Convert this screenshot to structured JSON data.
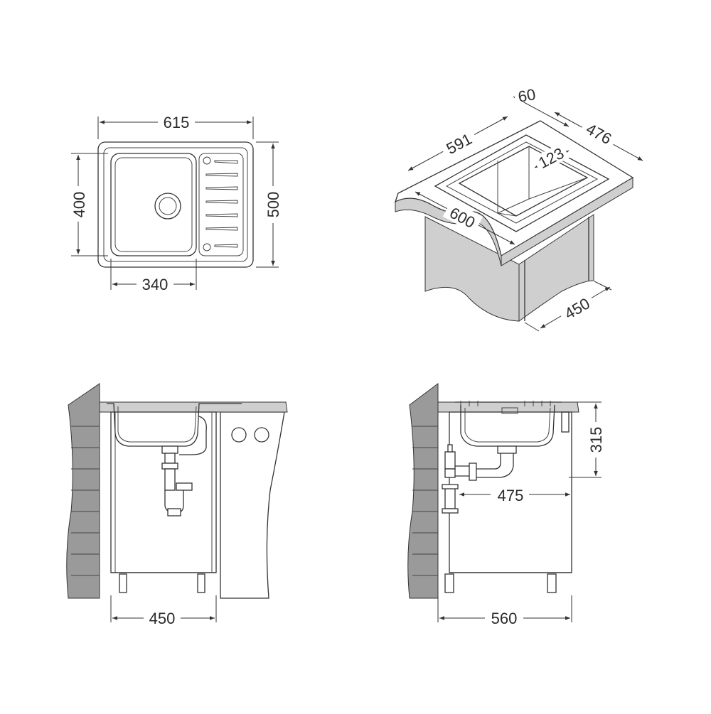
{
  "top_view": {
    "width_label": "615",
    "bowl_height_label": "400",
    "overall_height_label": "500",
    "bowl_width_label": "340"
  },
  "iso_view": {
    "depth_label": "60",
    "side_label": "476",
    "back_label": "591",
    "front_label": "600",
    "bowl_label": "123",
    "cabinet_label": "450"
  },
  "front_section": {
    "cabinet_width_label": "450"
  },
  "side_section": {
    "height_label": "315",
    "drain_label": "475",
    "cabinet_depth_label": "560"
  },
  "colors": {
    "line": "#333333",
    "wall": "#9a9a9a",
    "shade": "#cfcfcf"
  }
}
